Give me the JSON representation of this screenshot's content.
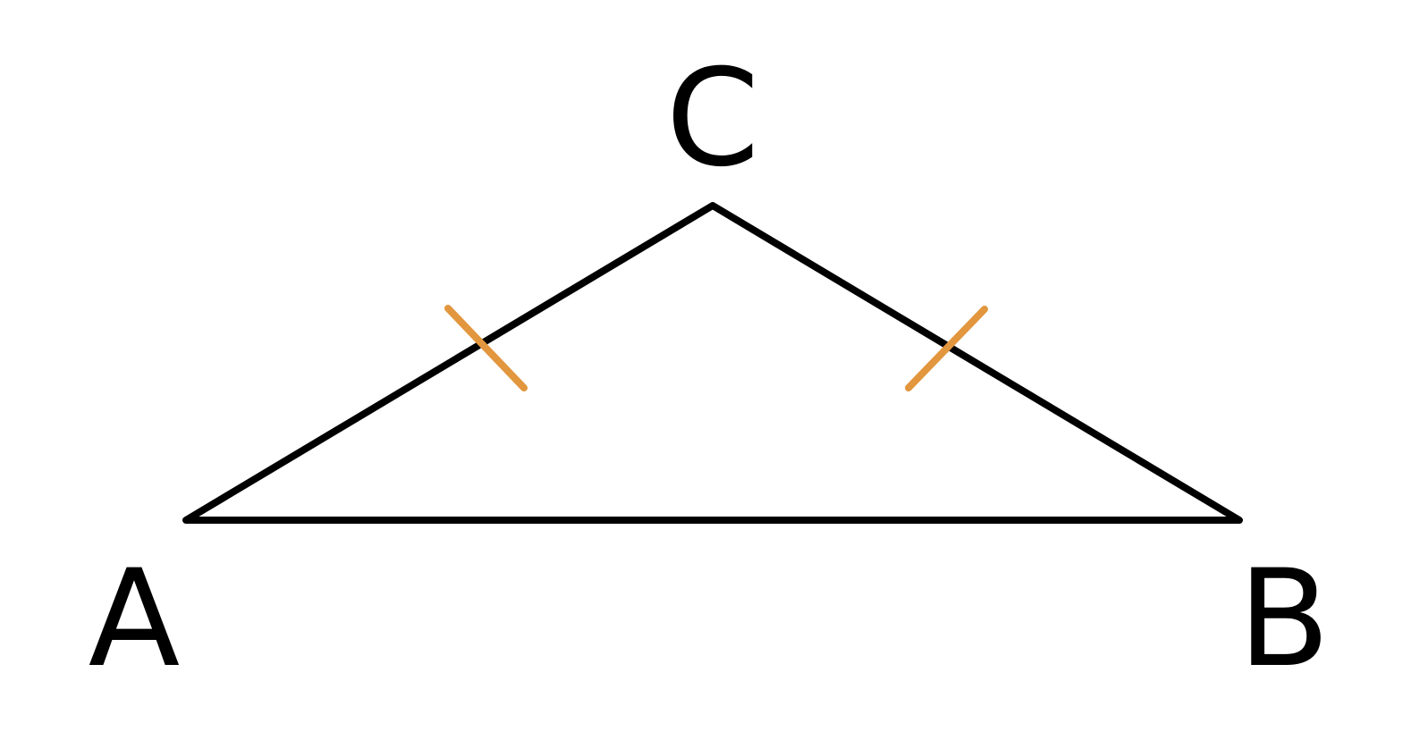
{
  "diagram": {
    "labels": {
      "a": "A",
      "b": "B",
      "c": "C"
    },
    "colors": {
      "line": "#000000",
      "tick": "#E2963E"
    },
    "properties": {
      "shape": "isosceles-triangle",
      "equal_sides": [
        "AC",
        "BC"
      ],
      "tick_marks_per_equal_side": 1
    }
  }
}
